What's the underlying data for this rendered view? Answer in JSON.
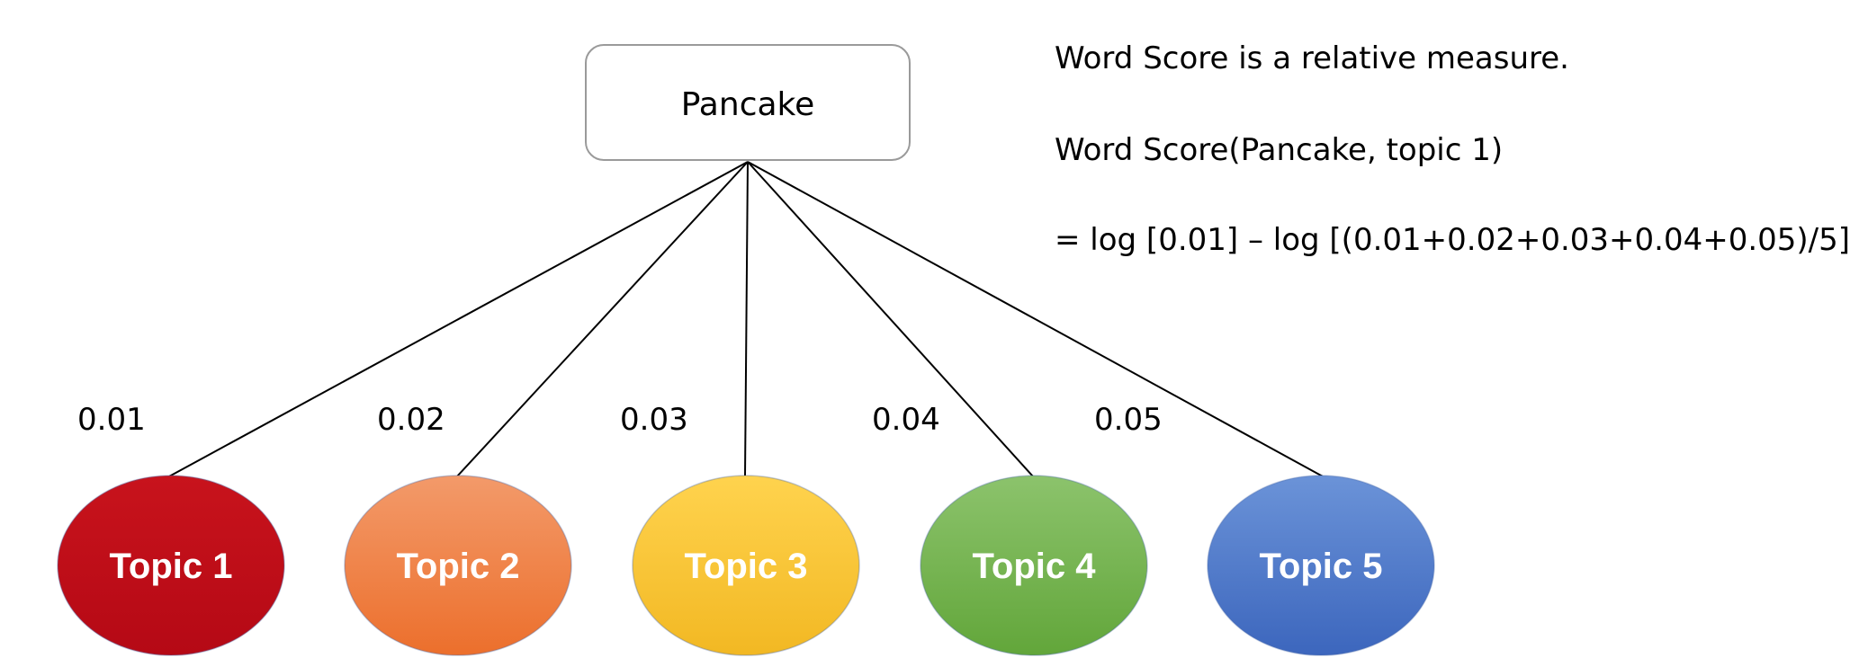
{
  "root": {
    "label": "Pancake"
  },
  "topics": [
    {
      "label": "Topic 1",
      "weight": "0.01",
      "color_top": "#c8131c",
      "color_bottom": "#b50915"
    },
    {
      "label": "Topic 2",
      "weight": "0.02",
      "color_top": "#f39a6a",
      "color_bottom": "#ec6f2c"
    },
    {
      "label": "Topic 3",
      "weight": "0.03",
      "color_top": "#ffd34e",
      "color_bottom": "#f2b823"
    },
    {
      "label": "Topic 4",
      "weight": "0.04",
      "color_top": "#8cc36c",
      "color_bottom": "#62a63a"
    },
    {
      "label": "Topic 5",
      "weight": "0.05",
      "color_top": "#6b93d8",
      "color_bottom": "#3c66bd"
    }
  ],
  "notes": [
    "Word Score is a relative measure.",
    "Word Score(Pancake, topic 1)",
    "= log [0.01] – log [(0.01+0.02+0.03+0.04+0.05)/5]"
  ],
  "colors": {
    "root_border": "#9a9a9a",
    "edge": "#000000"
  }
}
